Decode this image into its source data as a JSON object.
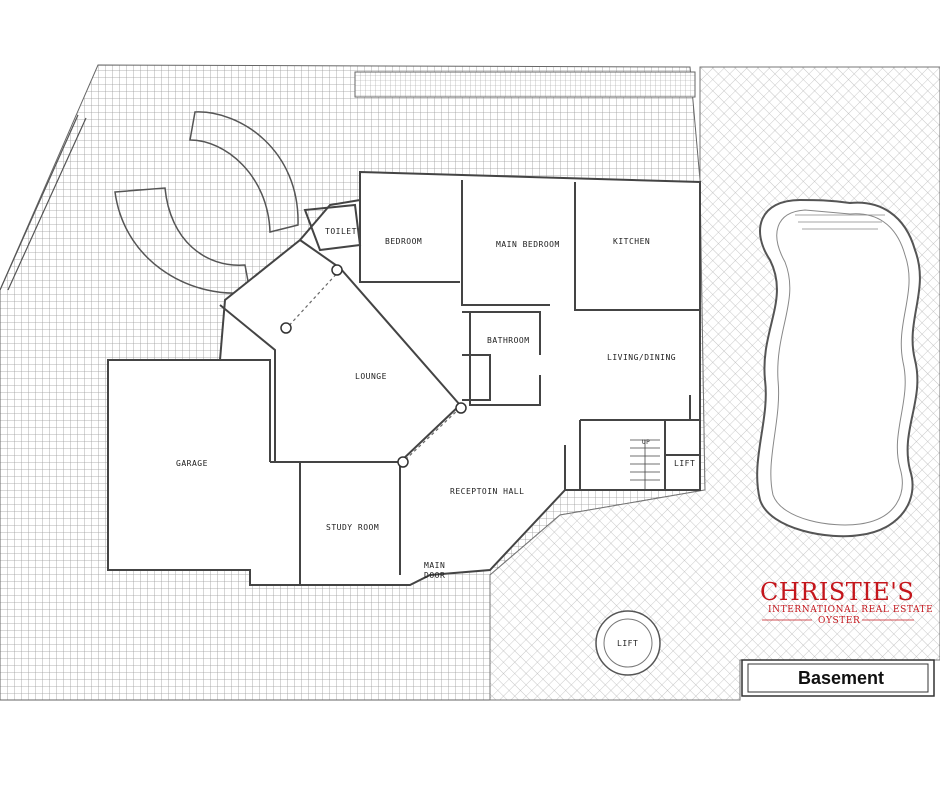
{
  "floor_title": "Basement",
  "rooms": {
    "toilet": "TOILET",
    "bedroom": "BEDROOM",
    "main_bedroom": "MAIN BEDROOM",
    "kitchen": "KITCHEN",
    "bathroom": "BATHROOM",
    "living_dining": "LIVING/DINING",
    "lounge": "LOUNGE",
    "garage": "GARAGE",
    "reception_hall": "RECEPTOIN HALL",
    "study_room": "STUDY ROOM",
    "main_door_line1": "MAIN",
    "main_door_line2": "DOOR",
    "lift_inside": "LIFT",
    "lift_outside": "LIFT",
    "stair_up": "UP"
  },
  "logo": {
    "brand": "CHRISTIE'S",
    "tagline": "INTERNATIONAL REAL ESTATE",
    "office": "OYSTER",
    "color": "#c4161c"
  },
  "colors": {
    "line": "#555555",
    "wall": "#444444",
    "background": "#ffffff"
  }
}
